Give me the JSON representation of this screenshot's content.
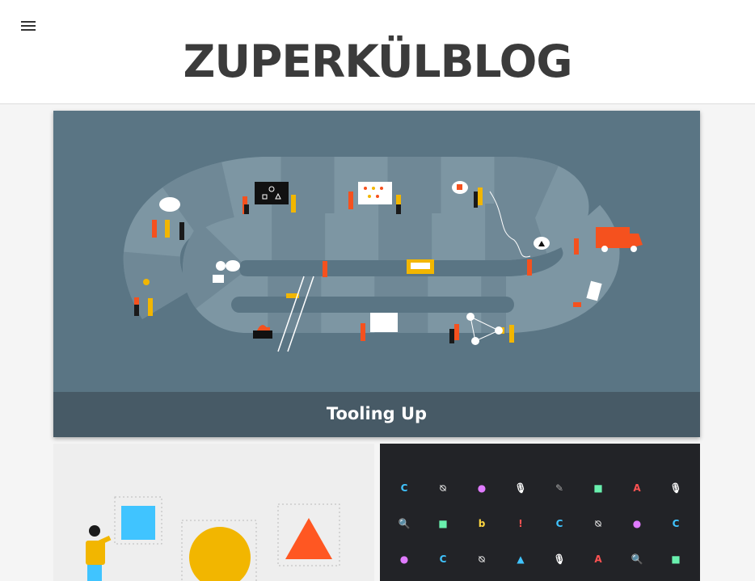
{
  "header": {
    "site_title": "ZUPERKÜLBLOG",
    "menu_icon": "hamburger-menu-icon"
  },
  "featured_post": {
    "title": "Tooling Up",
    "illustration": "board-game-path-illustration"
  },
  "posts": [
    {
      "illustration": "shapes-designer-illustration",
      "shapes": [
        "square",
        "circle",
        "triangle"
      ]
    },
    {
      "illustration": "icon-grid-illustration"
    }
  ],
  "colors": {
    "hero_bg": "#5a7584",
    "hero_caption_bg": "#475a66",
    "accent_orange": "#f5511e",
    "accent_yellow": "#f2b600",
    "accent_blue": "#40c4ff",
    "dark_card_bg": "#222327"
  }
}
